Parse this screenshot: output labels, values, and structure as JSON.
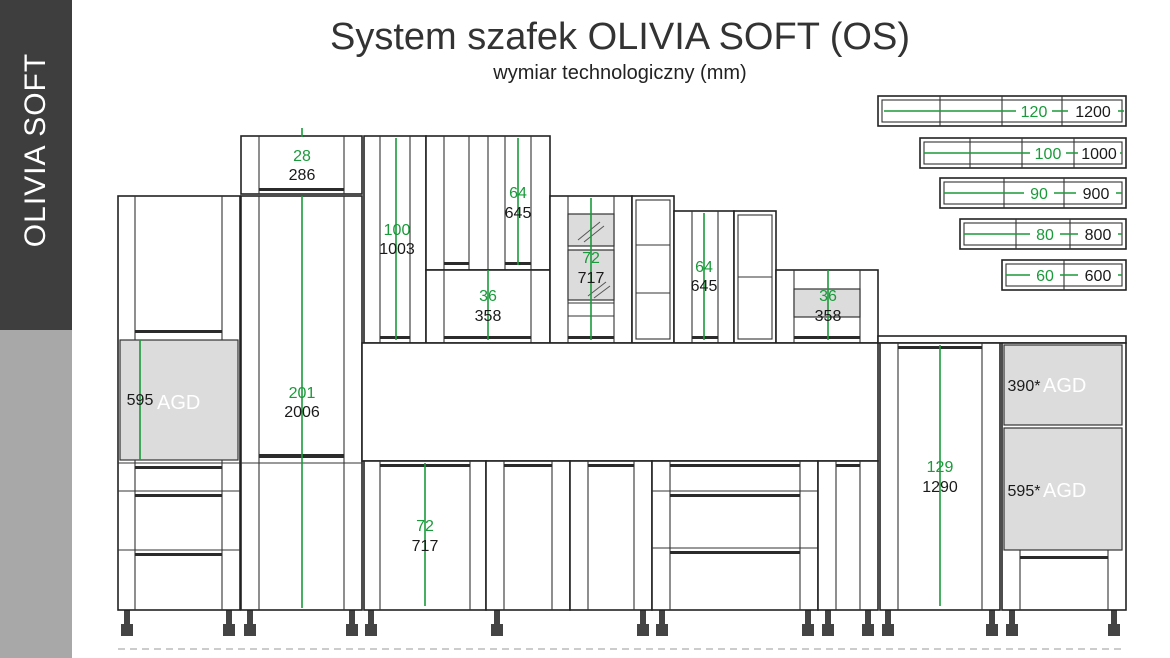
{
  "side_label": "OLIVIA SOFT",
  "title": "System szafek OLIVIA SOFT (OS)",
  "subtitle": "wymiar technologiczny (mm)",
  "colors": {
    "dimension": "#1a9a3a",
    "side_dark": "#3e3e3e",
    "side_light": "#a8a8a8",
    "appliance_fill": "#dcdcdc"
  },
  "heights": {
    "h28": {
      "units": "28",
      "mm": "286"
    },
    "h100": {
      "units": "100",
      "mm": "1003"
    },
    "h64a": {
      "units": "64",
      "mm": "645"
    },
    "h36a": {
      "units": "36",
      "mm": "358"
    },
    "h72a": {
      "units": "72",
      "mm": "717"
    },
    "h64b": {
      "units": "64",
      "mm": "645"
    },
    "h36b": {
      "units": "36",
      "mm": "358"
    },
    "h595": {
      "mm": "595",
      "agd": "AGD"
    },
    "h201": {
      "units": "201",
      "mm": "2006"
    },
    "h72b": {
      "units": "72",
      "mm": "717"
    },
    "h129": {
      "units": "129",
      "mm": "1290"
    },
    "h390": {
      "mm": "390*",
      "agd": "AGD"
    },
    "h595s": {
      "mm": "595*",
      "agd": "AGD"
    }
  },
  "widths": [
    {
      "units": "120",
      "mm": "1200"
    },
    {
      "units": "100",
      "mm": "1000"
    },
    {
      "units": "90",
      "mm": "900"
    },
    {
      "units": "80",
      "mm": "800"
    },
    {
      "units": "60",
      "mm": "600"
    }
  ]
}
